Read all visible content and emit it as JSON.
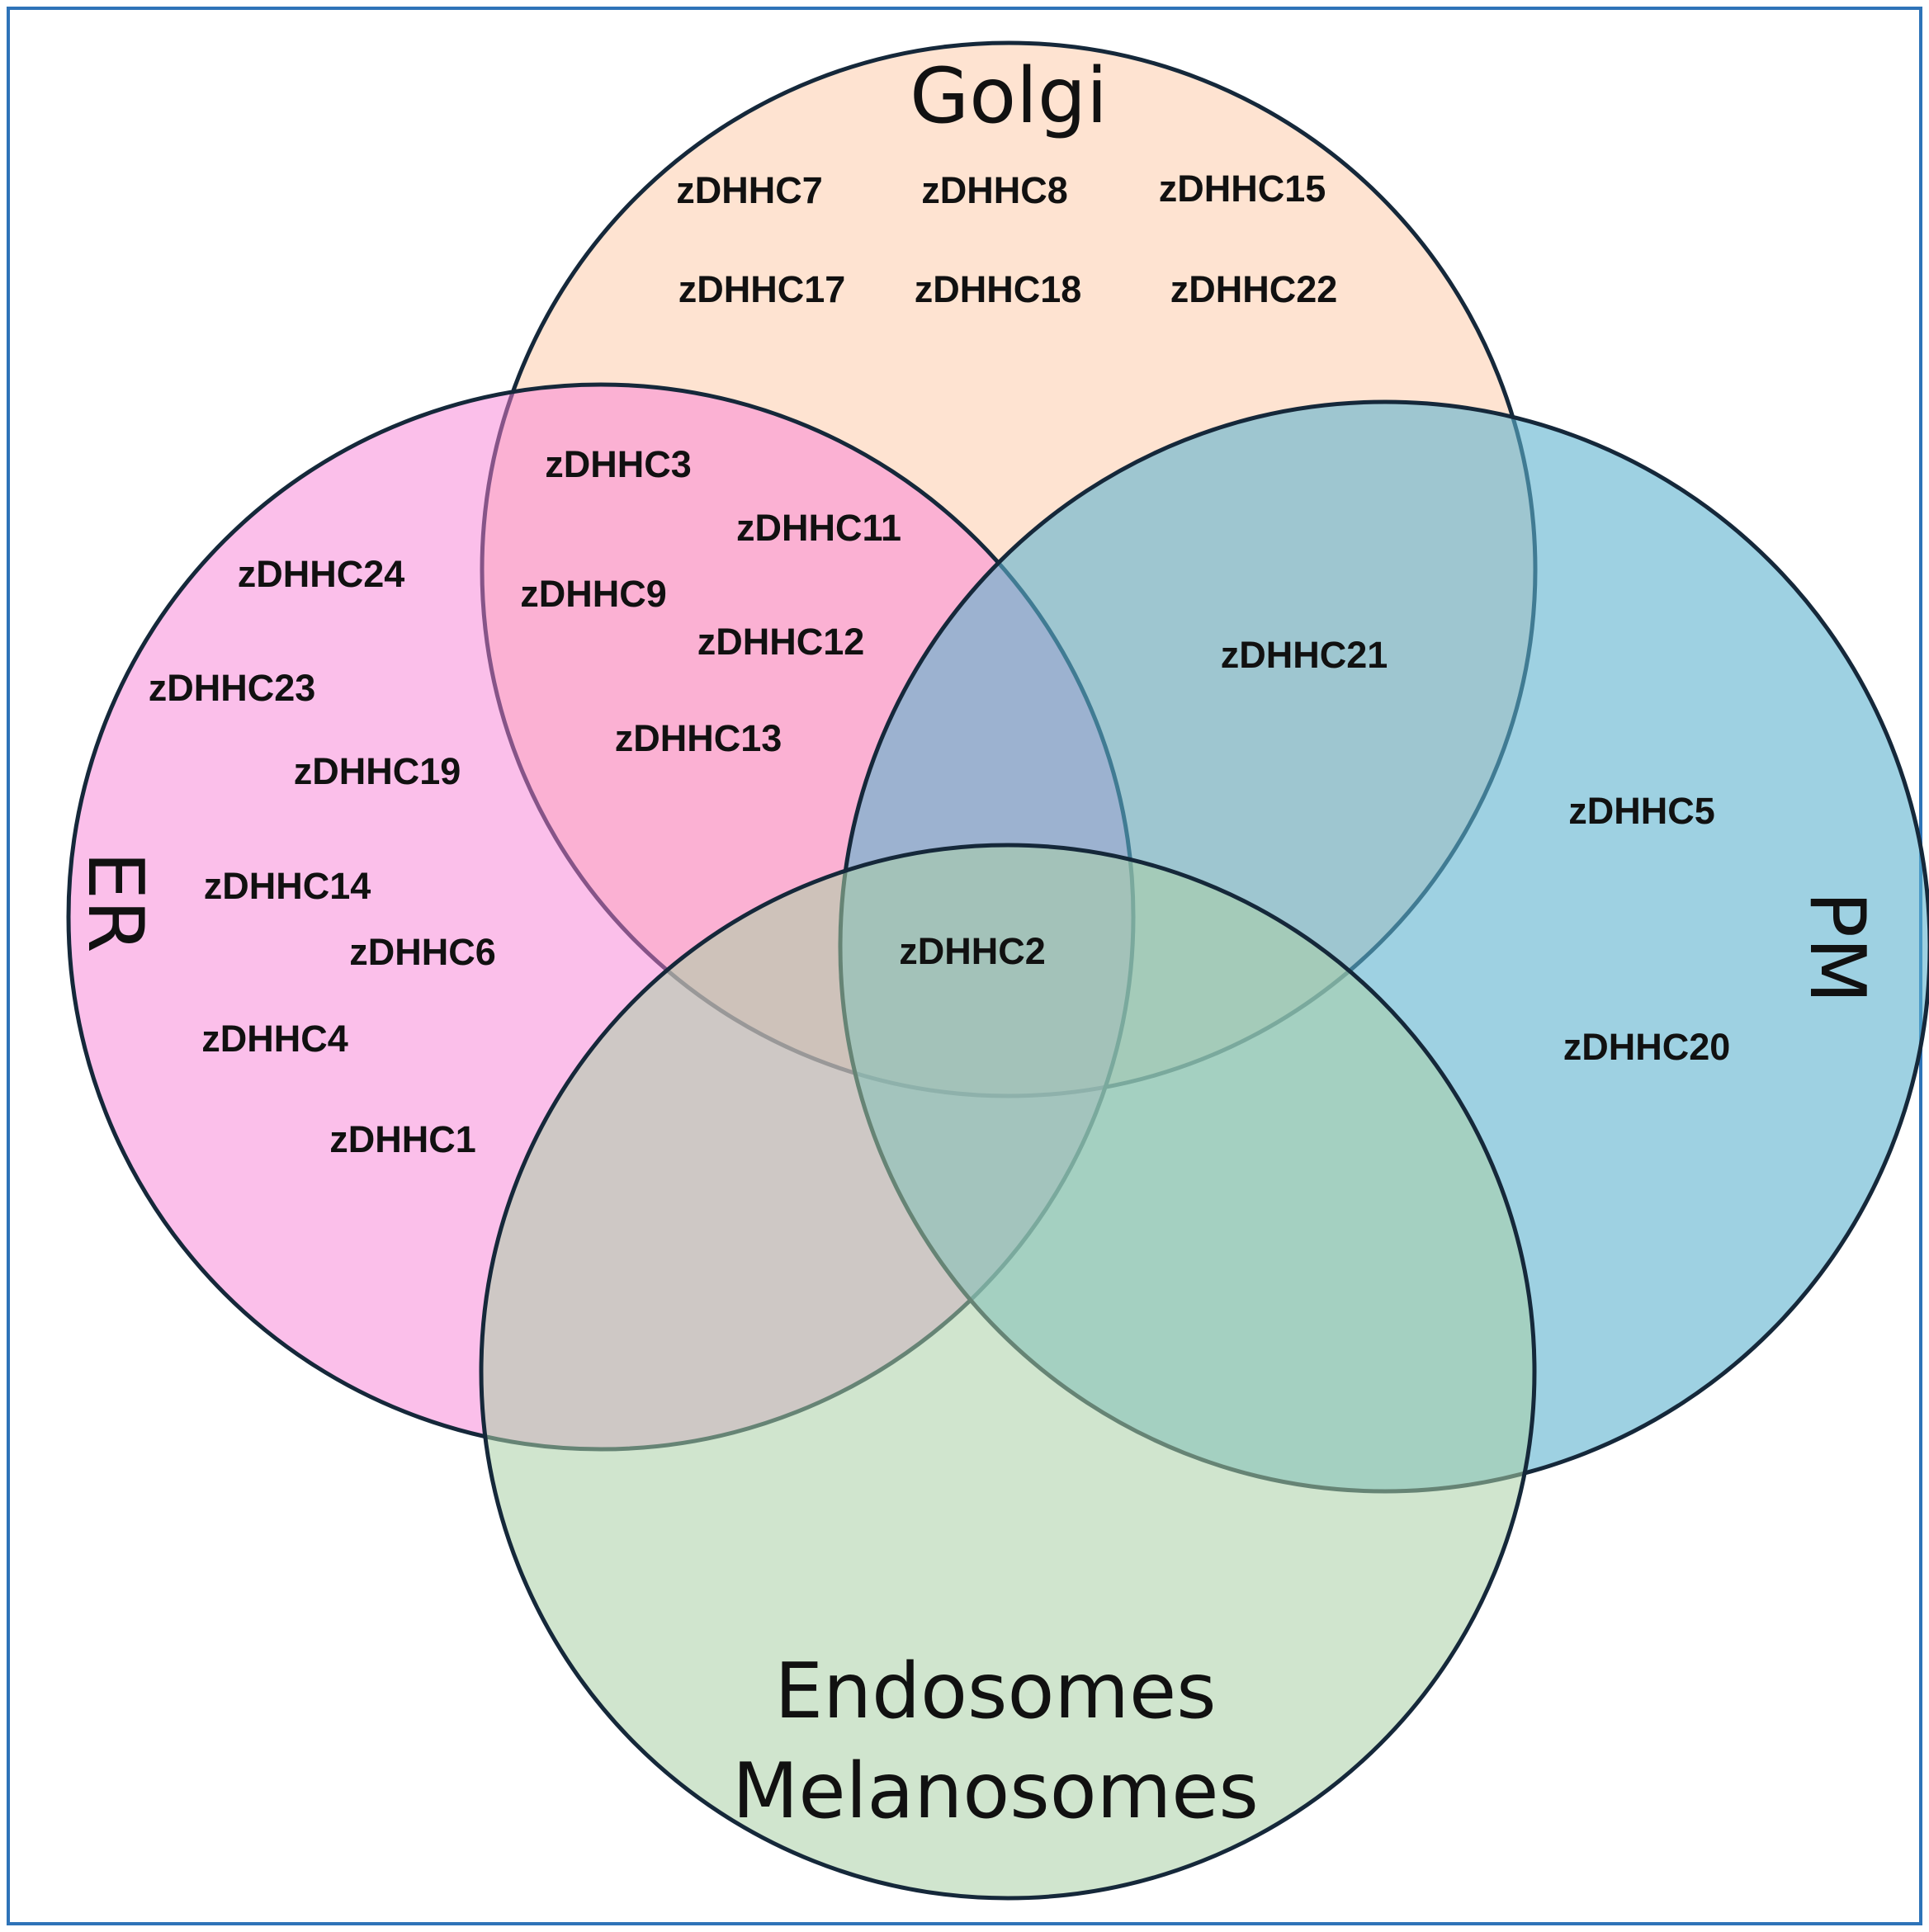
{
  "sets": {
    "golgi": {
      "label": "Golgi",
      "color": "#FDD9C2"
    },
    "er": {
      "label": "ER",
      "color": "#F77FD6"
    },
    "pm": {
      "label": "PM",
      "color": "#5DB2CE"
    },
    "endo": {
      "label": [
        "Endosomes",
        "Melanosomes"
      ],
      "color": "#A9CFA6"
    }
  },
  "genes": {
    "golgi_only": [
      "zDHHC7",
      "zDHHC8",
      "zDHHC15",
      "zDHHC17",
      "zDHHC18",
      "zDHHC22"
    ],
    "er_golgi": [
      "zDHHC3",
      "zDHHC11",
      "zDHHC9",
      "zDHHC12",
      "zDHHC13"
    ],
    "er_only": [
      "zDHHC24",
      "zDHHC23",
      "zDHHC19",
      "zDHHC14",
      "zDHHC6",
      "zDHHC4",
      "zDHHC1"
    ],
    "golgi_pm": [
      "zDHHC21"
    ],
    "pm_only": [
      "zDHHC5",
      "zDHHC20"
    ],
    "all_four": [
      "zDHHC2"
    ]
  },
  "style": {
    "outline": "#15283A",
    "frame": "#2E73B8"
  }
}
